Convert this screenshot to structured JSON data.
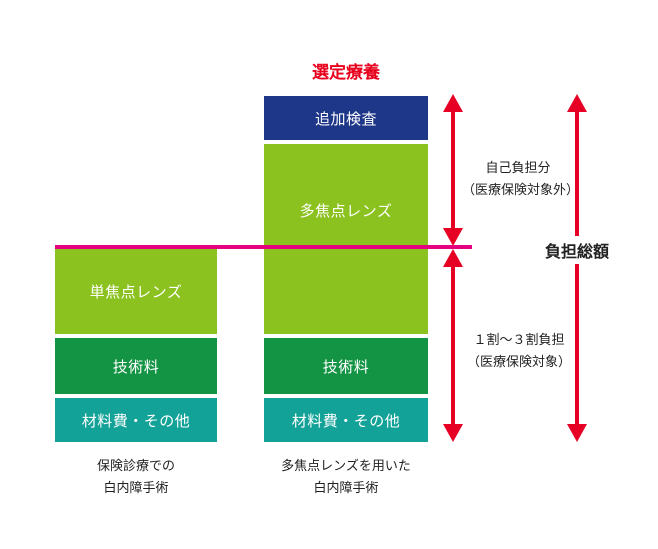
{
  "title": "選定療養",
  "colors": {
    "title_red": "#e8001c",
    "navy": "#1f3788",
    "lime": "#8bc21f",
    "green": "#139444",
    "teal": "#12a297",
    "magenta": "#e4007f",
    "arrow_red": "#e60024"
  },
  "left_column": {
    "blocks": [
      "単焦点レンズ",
      "技術料",
      "材料費・その他"
    ],
    "caption_line1": "保険診療での",
    "caption_line2": "白内障手術"
  },
  "right_column": {
    "blocks": [
      "追加検査",
      "多焦点レンズ",
      "技術料",
      "材料費・その他"
    ],
    "caption_line1": "多焦点レンズを用いた",
    "caption_line2": "白内障手術"
  },
  "annotations": {
    "self_pay_line1": "自己負担分",
    "self_pay_line2": "（医療保険対象外）",
    "copay_line1": "１割〜３割負担",
    "copay_line2": "（医療保険対象）",
    "total": "負担総額"
  }
}
